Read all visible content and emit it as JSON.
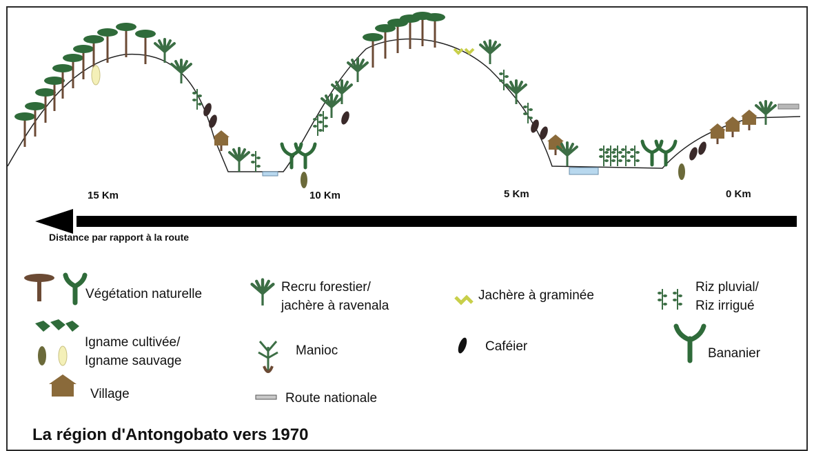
{
  "diagram": {
    "caption": "La région d'Antongobato vers 1970",
    "axis_label": "Distance par rapport à la route",
    "distances": [
      "15 Km",
      "10 Km",
      "5 Km",
      "0 Km"
    ]
  },
  "legend": {
    "vegetation": "Végétation naturelle",
    "recru_1": "Recru forestier/",
    "recru_2": "jachère à ravenala",
    "jachere": "Jachère à graminée",
    "riz_1": "Riz pluvial/",
    "riz_2": "Riz irrigué",
    "igname_1": "Igname cultivée/",
    "igname_2": "Igname sauvage",
    "manioc": "Manioc",
    "cafeier": "Caféier",
    "bananier": "Bananier",
    "village": "Village",
    "route": "Route nationale"
  },
  "colors": {
    "tree_green": "#2f6b3a",
    "trunk_brown": "#6b4a34",
    "grass_yellow": "#c8cf4a",
    "water_blue": "#b8d8ee",
    "hut_brown": "#8a6a3a",
    "arrow": "#000000"
  }
}
